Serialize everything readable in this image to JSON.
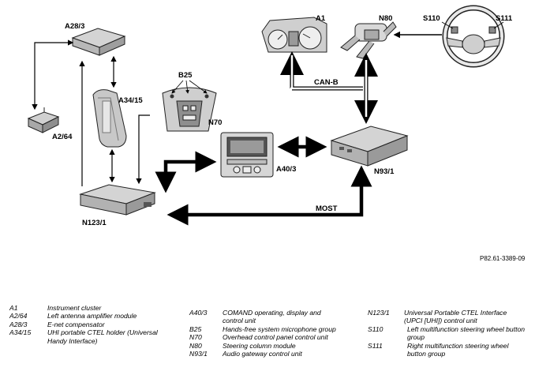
{
  "components": {
    "a1": "A1",
    "n80": "N80",
    "s110": "S110",
    "s111": "S111",
    "a28_3": "A28/3",
    "b25": "B25",
    "a34_15": "A34/15",
    "n70": "N70",
    "a2_64": "A2/64",
    "a40_3": "A40/3",
    "n93_1": "N93/1",
    "n123_1": "N123/1"
  },
  "buses": {
    "can_b": "CAN-B",
    "most": "MOST"
  },
  "figure_ref": "P82.61-3389-09",
  "legend": {
    "col1": [
      {
        "code": "A1",
        "desc": "Instrument cluster"
      },
      {
        "code": "A2/64",
        "desc": "Left antenna amplifier module"
      },
      {
        "code": "A28/3",
        "desc": "E-net compensator"
      },
      {
        "code": "A34/15",
        "desc": "UHI portable CTEL holder (Universal Handy Interface)"
      }
    ],
    "col2": [
      {
        "code": "A40/3",
        "desc": "COMAND operating, display and control unit"
      },
      {
        "code": "B25",
        "desc": "Hands-free system microphone group"
      },
      {
        "code": "N70",
        "desc": "Overhead control panel control unit"
      },
      {
        "code": "N80",
        "desc": "Steering column module"
      },
      {
        "code": "N93/1",
        "desc": "Audio gateway control unit"
      }
    ],
    "col3": [
      {
        "code": "N123/1",
        "desc": "Universal Portable CTEL Interface (UPCI [UHI]) control unit"
      },
      {
        "code": "S110",
        "desc": "Left multifunction steering wheel button group"
      },
      {
        "code": "S111",
        "desc": "Right multifunction steering wheel button group"
      }
    ]
  }
}
